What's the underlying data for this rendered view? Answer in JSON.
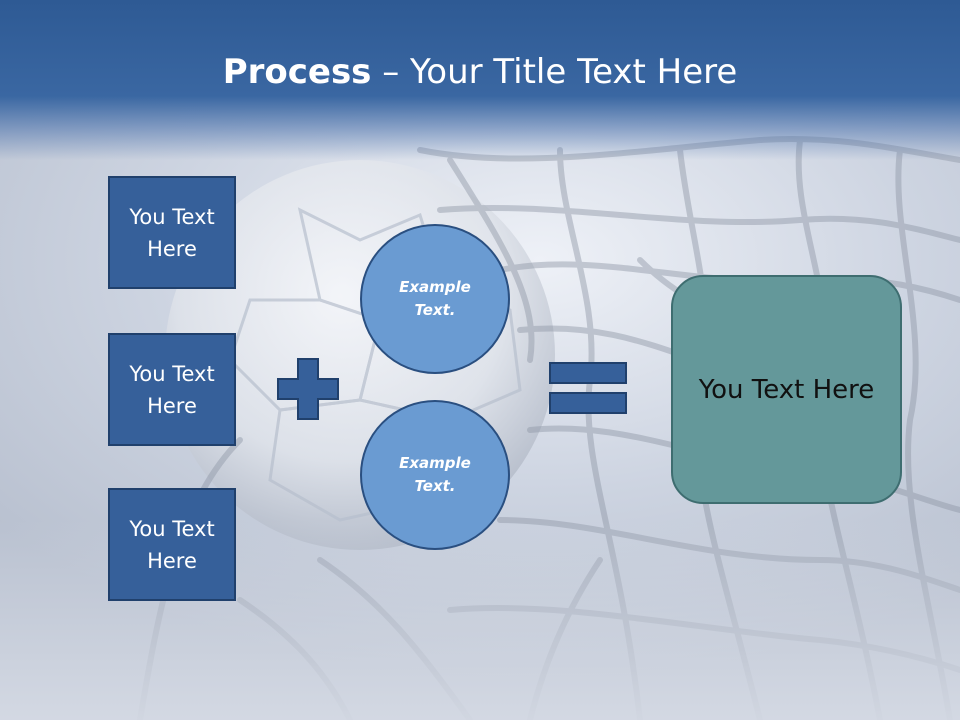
{
  "title": {
    "bold": "Process",
    "rest": " – Your Title Text Here"
  },
  "left_boxes": [
    {
      "label": "You Text Here"
    },
    {
      "label": "You Text Here"
    },
    {
      "label": "You Text Here"
    }
  ],
  "circles": [
    {
      "label": "Example Text."
    },
    {
      "label": "Example Text."
    }
  ],
  "result": {
    "label": "You Text Here"
  },
  "colors": {
    "header": "#3a67a2",
    "box_fill": "#36609a",
    "circle_fill": "#6a9bd2",
    "result_fill": "#64989a",
    "operator_fill": "#36609a"
  },
  "background": {
    "image": "soccer-ball-in-net"
  }
}
